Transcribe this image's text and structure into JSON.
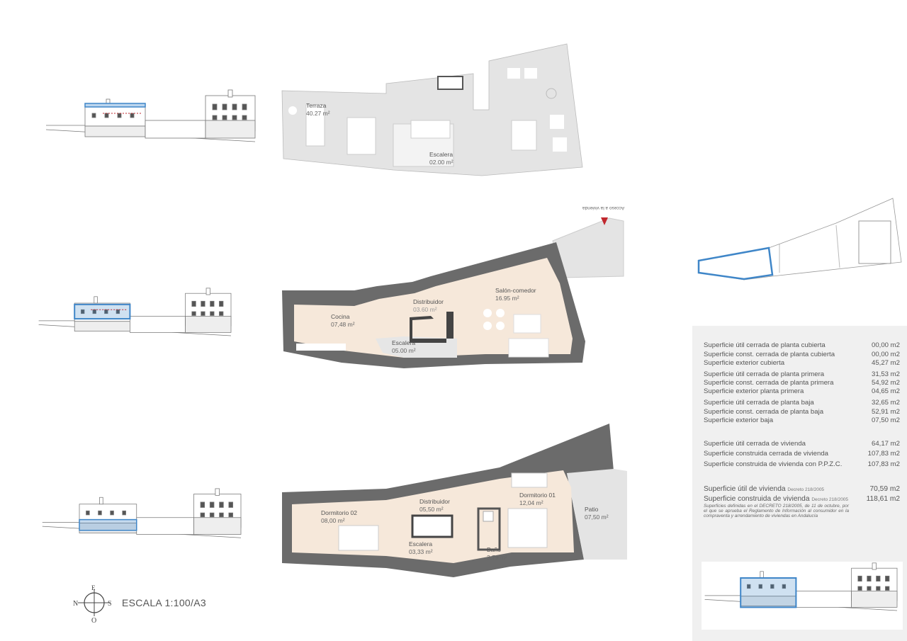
{
  "colors": {
    "floor": "#f6e8da",
    "wall": "#6b6b6b",
    "exterior": "#e4e4e4",
    "highlight": "#3f86c8",
    "marker": "#c0272d",
    "panel": "#f0f0f0"
  },
  "plans": {
    "roof": {
      "rooms": [
        {
          "name": "Terraza",
          "area": "40.27 m²"
        },
        {
          "name": "Escalera",
          "area": "02.00 m²"
        }
      ]
    },
    "first": {
      "access": "Acceso a la vivienda",
      "rooms": [
        {
          "name": "Cocina",
          "area": "07,48 m²"
        },
        {
          "name": "Distribuidor",
          "area": "03.60 m²"
        },
        {
          "name": "Escalera",
          "area": "05.00 m²"
        },
        {
          "name": "Salón-comedor",
          "area": "16.95 m²"
        }
      ]
    },
    "ground": {
      "rooms": [
        {
          "name": "Dormitorio 02",
          "area": "08,00 m²"
        },
        {
          "name": "Distribuidor",
          "area": "05,50 m²"
        },
        {
          "name": "Escalera",
          "area": "03,33 m²"
        },
        {
          "name": "Baño",
          "area": "3,79 m²"
        },
        {
          "name": "Dormitorio 01",
          "area": "12,04 m²"
        },
        {
          "name": "Patio",
          "area": "07,50 m²"
        }
      ]
    }
  },
  "compass": {
    "n": "N",
    "s": "S",
    "e": "E",
    "o": "O"
  },
  "scale": "ESCALA 1:100/A3",
  "surfaces": [
    {
      "label": "Superficie útil cerrada de planta cubierta",
      "value": "00,00 m2"
    },
    {
      "label": "Superficie const. cerrada de planta cubierta",
      "value": "00,00 m2"
    },
    {
      "label": "Superficie exterior cubierta",
      "value": "45,27 m2"
    },
    {
      "label": "Superficie útil cerrada de planta primera",
      "value": "31,53 m2"
    },
    {
      "label": "Superficie const. cerrada de planta primera",
      "value": "54,92 m2"
    },
    {
      "label": "Superficie exterior planta primera",
      "value": "04,65 m2"
    },
    {
      "label": "Superficie útil cerrada de planta baja",
      "value": "32,65 m2"
    },
    {
      "label": "Superficie const. cerrada de planta baja",
      "value": "52,91 m2"
    },
    {
      "label": "Superficie exterior baja",
      "value": "07,50 m2"
    },
    {
      "label": "Superficie útil cerrada de vivienda",
      "value": "64,17 m2"
    },
    {
      "label": "Superficie construida cerrada de vivienda",
      "value": "107,83 m2"
    },
    {
      "label": "Superficie construida de vivienda con P.P.Z.C.",
      "value": "107,83 m2"
    }
  ],
  "decree": [
    {
      "label": "Superficie útil de vivienda",
      "tag": "Decreto 218/2005",
      "value": "70,59 m2"
    },
    {
      "label": "Superficie construida de vivienda",
      "tag": "Decreto 218/2005",
      "value": "118,61 m2"
    }
  ],
  "note": "Superficies definidas en el DECRETO 218/2005, de 11 de octubre, por el que se aprueba el Reglamento de Información al consumidor en la compraventa y arrendamiento de viviendas en Andalucía"
}
